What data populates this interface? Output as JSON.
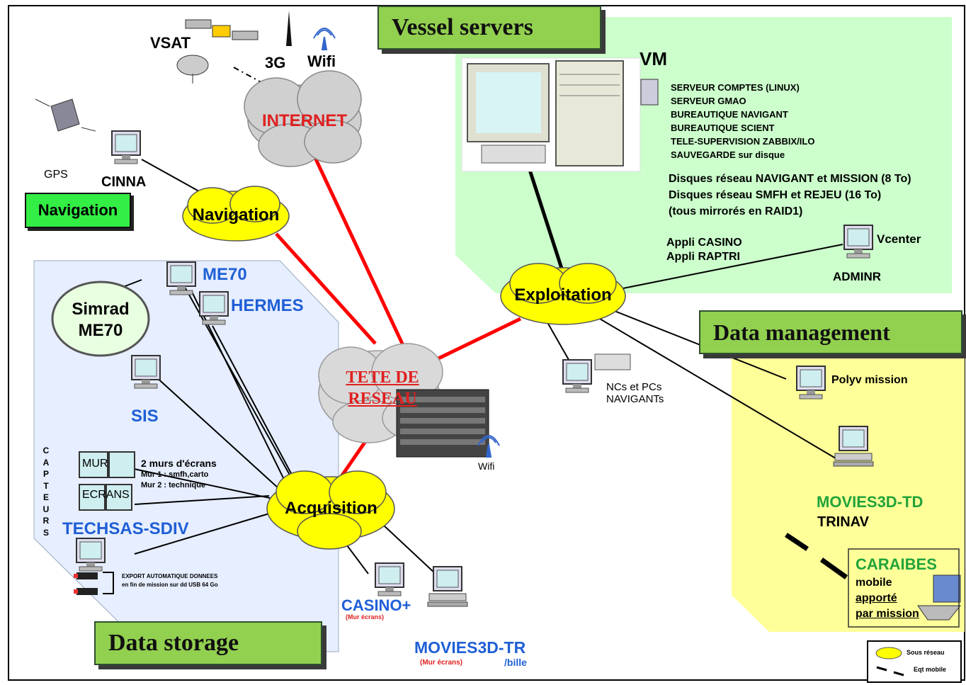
{
  "titles": {
    "vessel_servers": "Vessel servers",
    "data_management": "Data management",
    "data_storage": "Data storage",
    "navigation_box": "Navigation"
  },
  "network": {
    "internet": "INTERNET",
    "navigation": "Navigation",
    "exploitation": "Exploitation",
    "acquisition": "Acquisition",
    "tete_line1": "TETE DE",
    "tete_line2": "RESEAU"
  },
  "top_left": {
    "vsat": "VSAT",
    "g3": "3G",
    "wifi": "Wifi",
    "gps": "GPS",
    "cinna": "CINNA"
  },
  "vm": {
    "title": "VM",
    "services": [
      "SERVEUR  COMPTES (LINUX)",
      "SERVEUR  GMAO",
      "BUREAUTIQUE  NAVIGANT",
      "BUREAUTIQUE  SCIENT",
      "TELE-SUPERVISION  ZABBIX/ILO",
      "SAUVEGARDE  sur disque"
    ],
    "disks": [
      "Disques réseau NAVIGANT et MISSION (8 To)",
      "Disques réseau SMFH et REJEU  (16 To)",
      "(tous mirrorés en RAID1)"
    ],
    "apps": [
      "Appli  CASINO",
      "Appli  RAPTRI"
    ],
    "vcenter": "Vcenter",
    "adminr": "ADMINR"
  },
  "storage": {
    "me70": "ME70",
    "hermes": "HERMES",
    "simrad_line1": "Simrad",
    "simrad_line2": "ME70",
    "sis": "SIS",
    "capteurs": [
      "C",
      "A",
      "P",
      "T",
      "E",
      "U",
      "R",
      "S"
    ],
    "mur": "MUR",
    "ecrans": "ECRANS",
    "murs_title": "2 murs d'écrans",
    "mur1": "Mur 1 : smfh,carto",
    "mur2": "Mur 2 : technique",
    "techsas": "TECHSAS-SDIV",
    "export_line1": "EXPORT AUTOMATIQUE DONNEES",
    "export_line2": "en fin de mission sur dd USB 64 Go"
  },
  "acquisition_devices": {
    "casino": "CASINO+",
    "casino_sub": "(Mur écrans)",
    "movies_tr": "MOVIES3D-TR",
    "movies_tr_sub1": "(Mur écrans)",
    "movies_tr_sub2": "/bille",
    "wifi": "Wifi"
  },
  "exploitation_devices": {
    "ncs_line1": "NCs et PCs",
    "ncs_line2": "NAVIGANTs"
  },
  "data_mgmt": {
    "polyv": "Polyv mission",
    "movies_td": "MOVIES3D-TD",
    "trinav": "TRINAV",
    "caraibes": "CARAIBES",
    "mobile": "mobile",
    "apporte": "apporté",
    "par_mission": "par mission"
  },
  "legend": {
    "sous_reseau": "Sous réseau",
    "eqt_mobile": "Eqt mobile"
  },
  "colors": {
    "vessel_bg": "#ccffcc",
    "storage_bg": "#e6eeff",
    "data_mgmt_bg": "#ffff99",
    "title_green": "#92d050",
    "cloud_yellow": "#ffff00",
    "red_link": "#ff0000"
  }
}
